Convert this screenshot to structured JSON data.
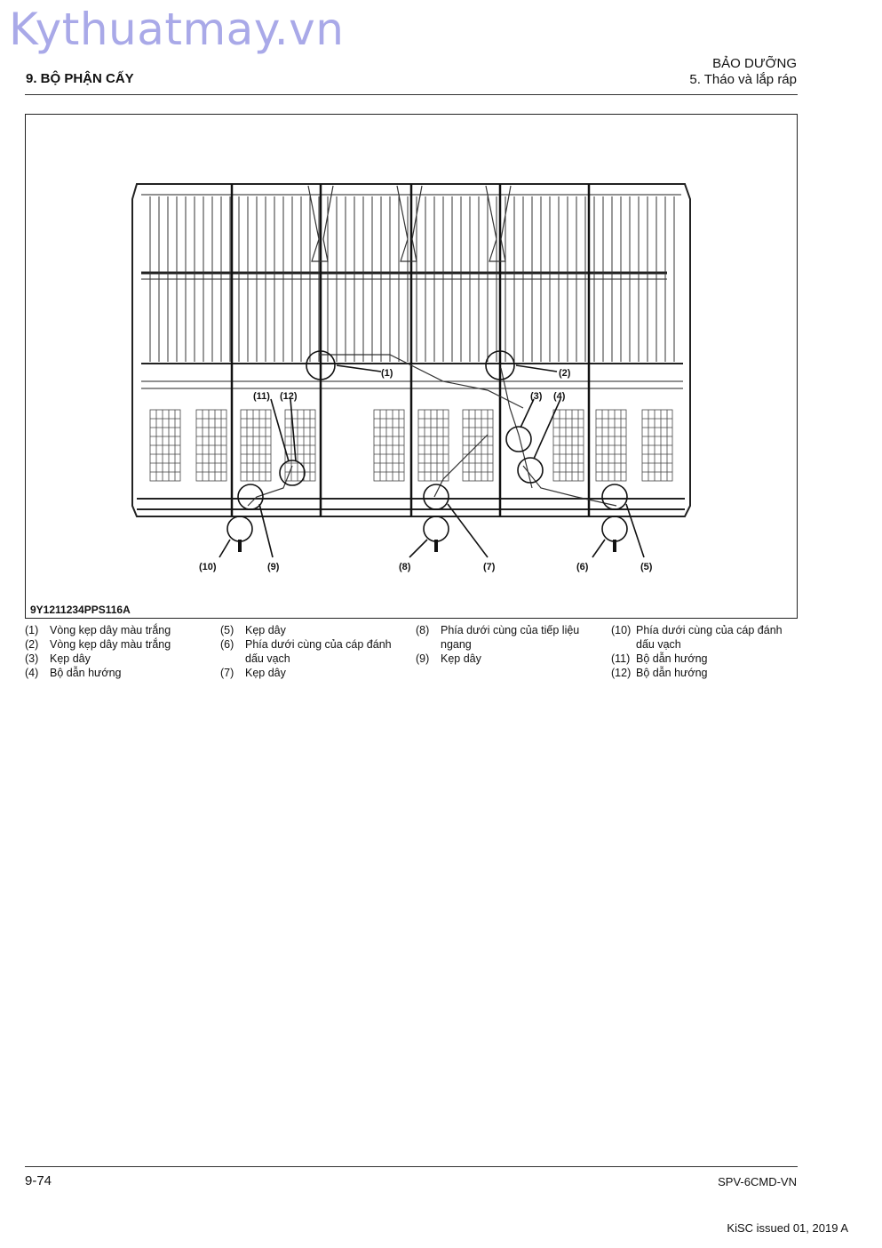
{
  "watermark": "Kythuatmay.vn",
  "header": {
    "section": "9. BỘ PHẬN CẤY",
    "chapter": "BẢO DƯỠNG",
    "subchapter": "5. Tháo và lắp ráp"
  },
  "figure": {
    "code": "9Y1211234PPS116A",
    "callouts": [
      "(1)",
      "(2)",
      "(3)",
      "(4)",
      "(5)",
      "(6)",
      "(7)",
      "(8)",
      "(9)",
      "(10)",
      "(11)",
      "(12)"
    ]
  },
  "legend": [
    [
      {
        "num": "(1)",
        "text": "Vòng kẹp dây màu trắng"
      },
      {
        "num": "(2)",
        "text": "Vòng kẹp dây màu trắng"
      },
      {
        "num": "(3)",
        "text": "Kẹp dây"
      },
      {
        "num": "(4)",
        "text": "Bộ dẫn hướng"
      }
    ],
    [
      {
        "num": "(5)",
        "text": "Kẹp dây"
      },
      {
        "num": "(6)",
        "text": "Phía dưới cùng của cáp đánh dấu vạch"
      },
      {
        "num": "(7)",
        "text": "Kẹp dây"
      }
    ],
    [
      {
        "num": "(8)",
        "text": "Phía dưới cùng của tiếp liệu ngang"
      },
      {
        "num": "(9)",
        "text": "Kẹp dây"
      }
    ],
    [
      {
        "num": "(10)",
        "text": "Phía dưới cùng của cáp đánh dấu vạch"
      },
      {
        "num": "(11)",
        "text": "Bộ dẫn hướng"
      },
      {
        "num": "(12)",
        "text": "Bộ dẫn hướng"
      }
    ]
  ],
  "footer": {
    "page": "9-74",
    "doc_id": "SPV-6CMD-VN",
    "issued": "KiSC issued 01, 2019 A"
  }
}
